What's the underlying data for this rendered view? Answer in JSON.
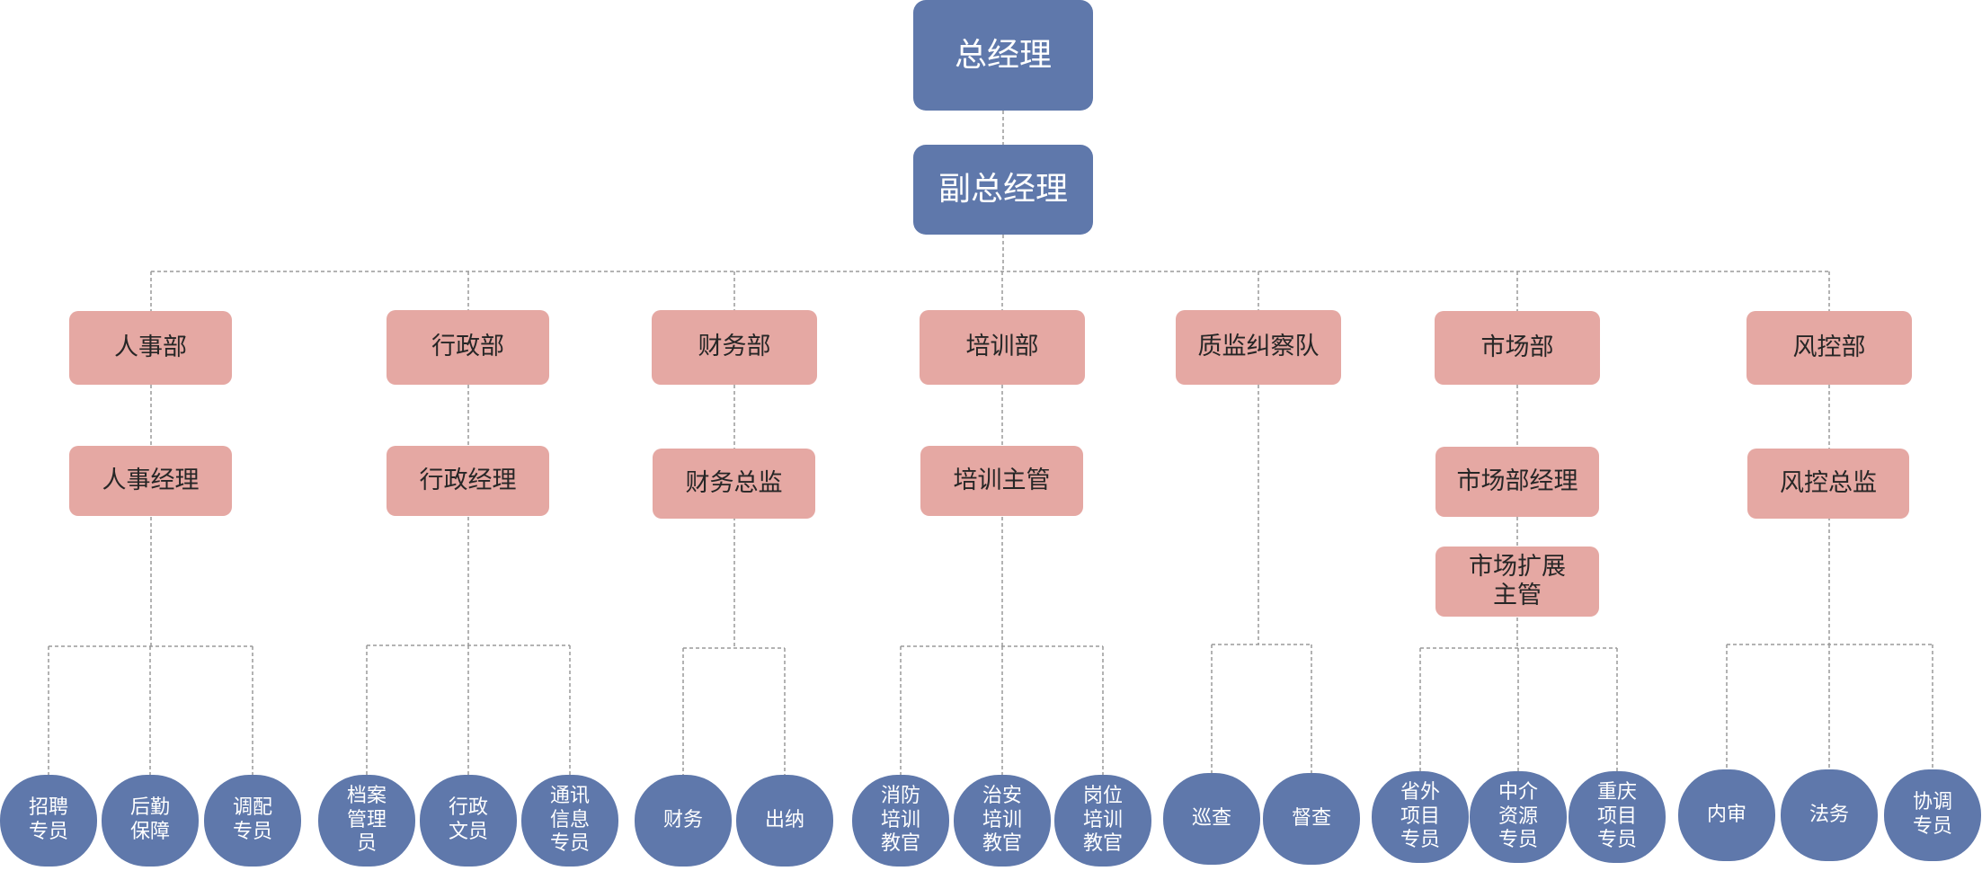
{
  "top": {
    "ceo": "总经理",
    "deputy": "副总经理"
  },
  "departments": [
    {
      "name": "人事部",
      "managers": [
        "人事经理"
      ],
      "staff": [
        "招聘\n专员",
        "后勤\n保障",
        "调配\n专员"
      ]
    },
    {
      "name": "行政部",
      "managers": [
        "行政经理"
      ],
      "staff": [
        "档案\n管理\n员",
        "行政\n文员",
        "通讯\n信息\n专员"
      ]
    },
    {
      "name": "财务部",
      "managers": [
        "财务总监"
      ],
      "staff": [
        "财务",
        "出纳"
      ]
    },
    {
      "name": "培训部",
      "managers": [
        "培训主管"
      ],
      "staff": [
        "消防\n培训\n教官",
        "治安\n培训\n教官",
        "岗位\n培训\n教官"
      ]
    },
    {
      "name": "质监纠察队",
      "managers": [],
      "staff": [
        "巡查",
        "督查"
      ]
    },
    {
      "name": "市场部",
      "managers": [
        "市场部经理",
        "市场扩展\n主管"
      ],
      "staff": [
        "省外\n项目\n专员",
        "中介\n资源\n专员",
        "重庆\n项目\n专员"
      ]
    },
    {
      "name": "风控部",
      "managers": [
        "风控总监"
      ],
      "staff": [
        "内审",
        "法务",
        "协调\n专员"
      ]
    }
  ],
  "colors": {
    "executive": "#5f78ab",
    "department": "#e5a8a3",
    "staff": "#5f78ab",
    "connector": "#9a9a9a"
  }
}
